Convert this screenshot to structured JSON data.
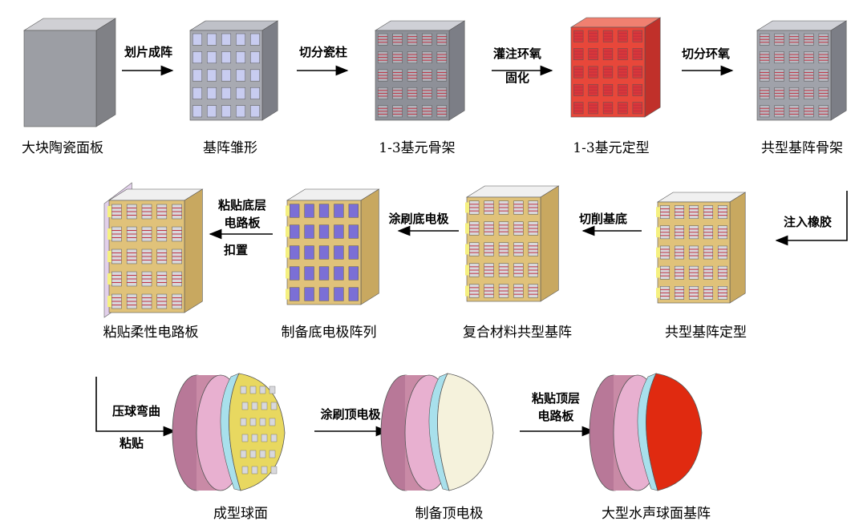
{
  "stages": [
    {
      "id": "s1",
      "label": "大块陶瓷面板"
    },
    {
      "id": "s2",
      "label": "基阵雏形"
    },
    {
      "id": "s3",
      "label": "1-3基元骨架"
    },
    {
      "id": "s4",
      "label": "1-3基元定型"
    },
    {
      "id": "s5",
      "label": "共型基阵骨架"
    },
    {
      "id": "s6",
      "label": "共型基阵定型"
    },
    {
      "id": "s7",
      "label": "复合材料共型基阵"
    },
    {
      "id": "s8",
      "label": "制备底电极阵列"
    },
    {
      "id": "s9",
      "label": "粘贴柔性电路板"
    },
    {
      "id": "s10",
      "label": "成型球面"
    },
    {
      "id": "s11",
      "label": "制备顶电极"
    },
    {
      "id": "s12",
      "label": "大型水声球面基阵"
    }
  ],
  "steps": [
    {
      "line1": "划片成阵",
      "line2": ""
    },
    {
      "line1": "切分瓷柱",
      "line2": ""
    },
    {
      "line1": "灌注环氧",
      "line2": "固化"
    },
    {
      "line1": "切分环氧",
      "line2": ""
    },
    {
      "line1": "注入橡胶",
      "line2": ""
    },
    {
      "line1": "切削基底",
      "line2": ""
    },
    {
      "line1": "涂刷底电极",
      "line2": ""
    },
    {
      "line1": "粘贴底层",
      "line2": "电路板",
      "line3": "扣置"
    },
    {
      "line1": "压球弯曲",
      "line2": "粘贴"
    },
    {
      "line1": "涂刷顶电极",
      "line2": ""
    },
    {
      "line1": "粘贴顶层",
      "line2": "电路板"
    }
  ],
  "colors": {
    "ceramic": "#9a9ca3",
    "epoxy": "#e8473a",
    "rubber": "#e0c27a",
    "electrode": "#7b6fd6",
    "flex": "#e2d0ea",
    "dome_white": "#f5f2dc",
    "dome_red": "#e02a10",
    "cylinder": "#c98aa6",
    "backing": "#a8e0ec"
  }
}
